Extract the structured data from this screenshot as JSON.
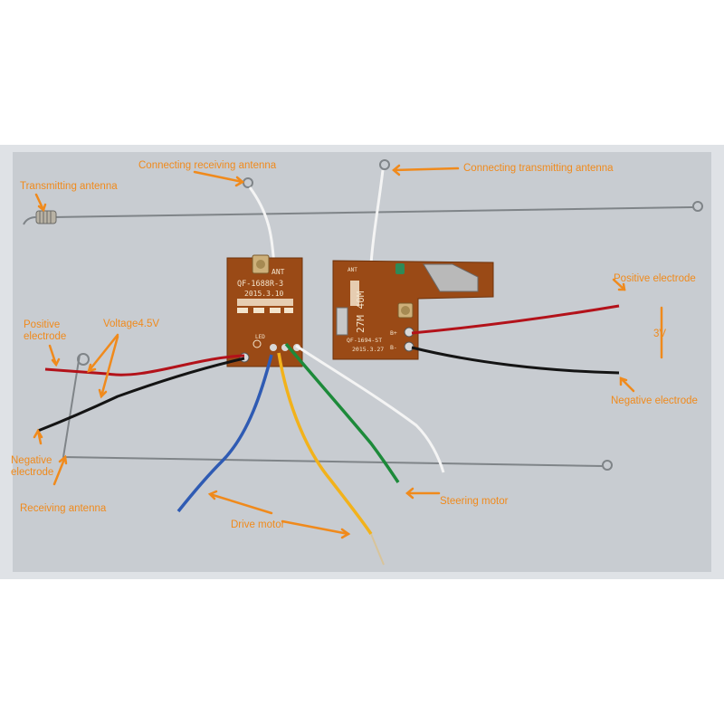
{
  "colors": {
    "frame": "#dfe2e6",
    "background": "#c8ccd1",
    "pcb": "#9a4a16",
    "label": "#f08a1c",
    "wire_red": "#b3121a",
    "wire_black": "#141414",
    "wire_blue": "#2f5bb3",
    "wire_yellow": "#f2b21b",
    "wire_green": "#1d8a3a",
    "wire_white": "#f4f4f4",
    "antenna": "#7f8488"
  },
  "labels": {
    "connecting_receiving_antenna": "Connecting receiving antenna",
    "connecting_transmitting_antenna": "Connecting transmitting antenna",
    "transmitting_antenna": "Transmitting antenna",
    "positive_electrode_left": "Positive electrode",
    "voltage": "Voltage4.5V",
    "negative_electrode_left": "Negative electrode",
    "receiving_antenna": "Receiving antenna",
    "drive_motor": "Drive motor",
    "steering_motor": "Steering motor",
    "positive_electrode_right": "Positive electrode",
    "three_volt": "3V",
    "negative_electrode_right": "Negative electrode"
  },
  "receiver_board": {
    "ant": "ANT",
    "model": "QF-1688R-3",
    "date": "2015.3.10",
    "led": "LED"
  },
  "transmitter_board": {
    "ant": "ANT",
    "freq": "27M 40M",
    "model": "QF-1694-ST",
    "date": "2015.3.27",
    "b_plus": "B+",
    "b_minus": "B-"
  }
}
